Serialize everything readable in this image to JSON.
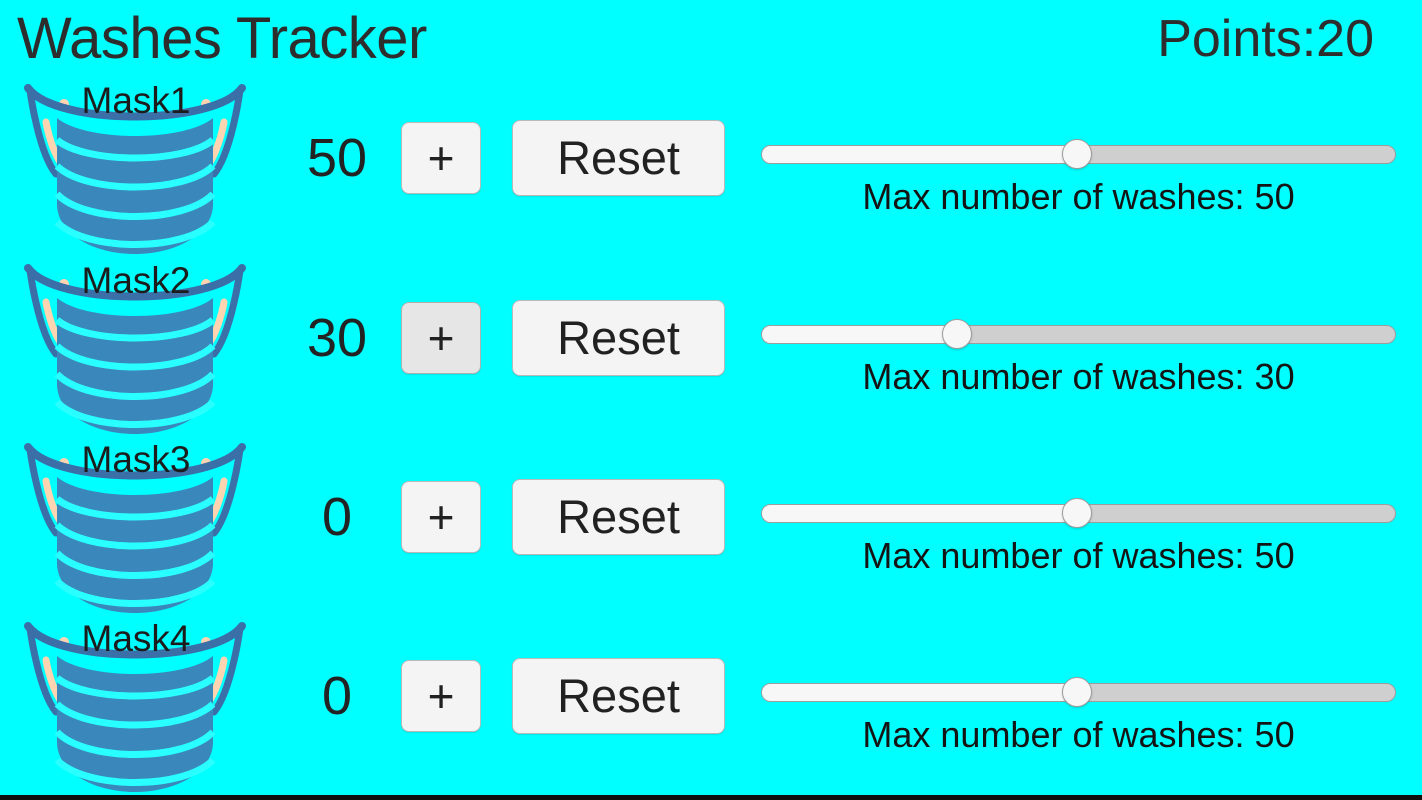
{
  "header": {
    "title": "Washes Tracker",
    "points_label": "Points:20",
    "points_value": 20
  },
  "colors": {
    "background": "#00ffff",
    "text": "#2d2d2d",
    "button_face": "#f4f4f4",
    "button_face_active": "#e6e6e6",
    "button_border": "#b9b9b9",
    "slider_track": "#cfcfcf",
    "slider_fill": "#f7f7f7",
    "mask_body": "#3a87bb",
    "mask_outline": "#3a6fa8",
    "mask_strap": "#ffd4b0"
  },
  "slider": {
    "min": 0,
    "max": 100,
    "caption_prefix": "Max number of washes: "
  },
  "common": {
    "plus_label": "+",
    "reset_label": "Reset",
    "mask_icon_name": "face-mask-icon"
  },
  "rows": [
    {
      "mask_label": "Mask1",
      "count": "50",
      "plus_label": "+",
      "reset_label": "Reset",
      "slider_value": 50,
      "slider_percent": 49.8,
      "slider_caption": "Max number of washes: 50",
      "plus_active": false
    },
    {
      "mask_label": "Mask2",
      "count": "30",
      "plus_label": "+",
      "reset_label": "Reset",
      "slider_value": 30,
      "slider_percent": 30.9,
      "slider_caption": "Max number of washes: 30",
      "plus_active": true
    },
    {
      "mask_label": "Mask3",
      "count": "0",
      "plus_label": "+",
      "reset_label": "Reset",
      "slider_value": 50,
      "slider_percent": 49.8,
      "slider_caption": "Max number of washes: 50",
      "plus_active": false
    },
    {
      "mask_label": "Mask4",
      "count": "0",
      "plus_label": "+",
      "reset_label": "Reset",
      "slider_value": 50,
      "slider_percent": 49.8,
      "slider_caption": "Max number of washes: 50",
      "plus_active": false
    }
  ]
}
